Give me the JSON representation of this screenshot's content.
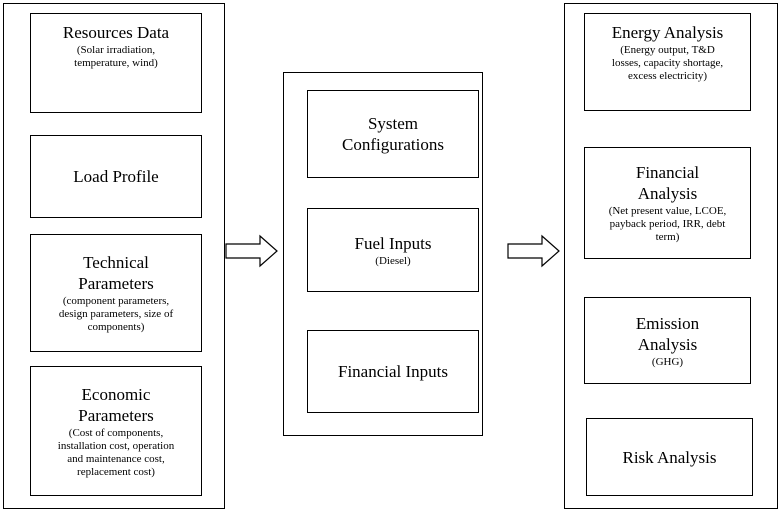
{
  "inputs": {
    "resources": {
      "title": "Resources Data",
      "detail": "(Solar irradiation,\ntemperature, wind)"
    },
    "load": {
      "title": "Load Profile"
    },
    "technical": {
      "title": "Technical\nParameters",
      "detail": "(component parameters,\ndesign parameters, size of\ncomponents)"
    },
    "economic": {
      "title": "Economic\nParameters",
      "detail": "(Cost of components,\ninstallation cost, operation\nand maintenance cost,\nreplacement cost)"
    }
  },
  "middle": {
    "system": {
      "title": "System\nConfigurations"
    },
    "fuel": {
      "title": "Fuel Inputs",
      "detail": "(Diesel)"
    },
    "financial_inputs": {
      "title": "Financial Inputs"
    }
  },
  "outputs": {
    "energy": {
      "title": "Energy Analysis",
      "detail": "(Energy output, T&D\nlosses, capacity shortage,\nexcess electricity)"
    },
    "financial": {
      "title": "Financial\nAnalysis",
      "detail": "(Net present value, LCOE,\npayback period, IRR, debt\nterm)"
    },
    "emission": {
      "title": "Emission\nAnalysis",
      "detail": "(GHG)"
    },
    "risk": {
      "title": "Risk Analysis"
    }
  }
}
